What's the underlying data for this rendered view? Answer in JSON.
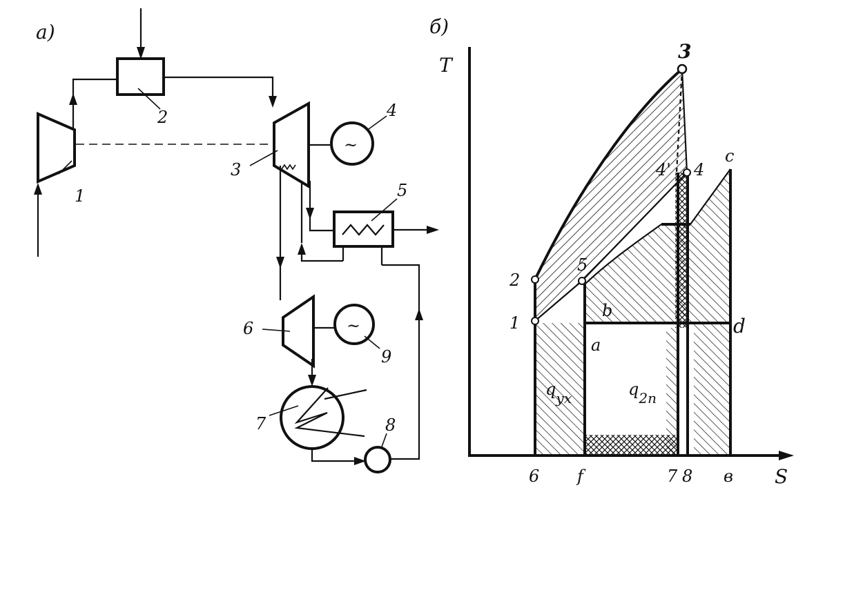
{
  "part_a": {
    "label": "а)",
    "components": {
      "compressor": "1",
      "combustor": "2",
      "gas_turbine": "3",
      "generator_gt": "4",
      "heat_exchanger": "5",
      "steam_turbine": "6",
      "condenser": "7",
      "pump": "8",
      "generator_st": "9"
    },
    "generator_symbol": "~"
  },
  "part_b": {
    "label": "б)",
    "axis_y": "T",
    "axis_x": "S",
    "x_ticks": [
      "6",
      "f",
      "7",
      "8",
      "в"
    ],
    "points": {
      "p1": "1",
      "p2": "2",
      "p3": "3",
      "p4": "4",
      "p4p": "4'",
      "p5": "5",
      "a": "a",
      "b": "b",
      "c": "c",
      "d": "d"
    },
    "areas": {
      "q_out_main": "q",
      "q_out_sub": "ух",
      "q_2n_main": "q",
      "q_2n_sub": "2п"
    }
  },
  "colors": {
    "ink": "#111111",
    "paper": "#ffffff"
  }
}
